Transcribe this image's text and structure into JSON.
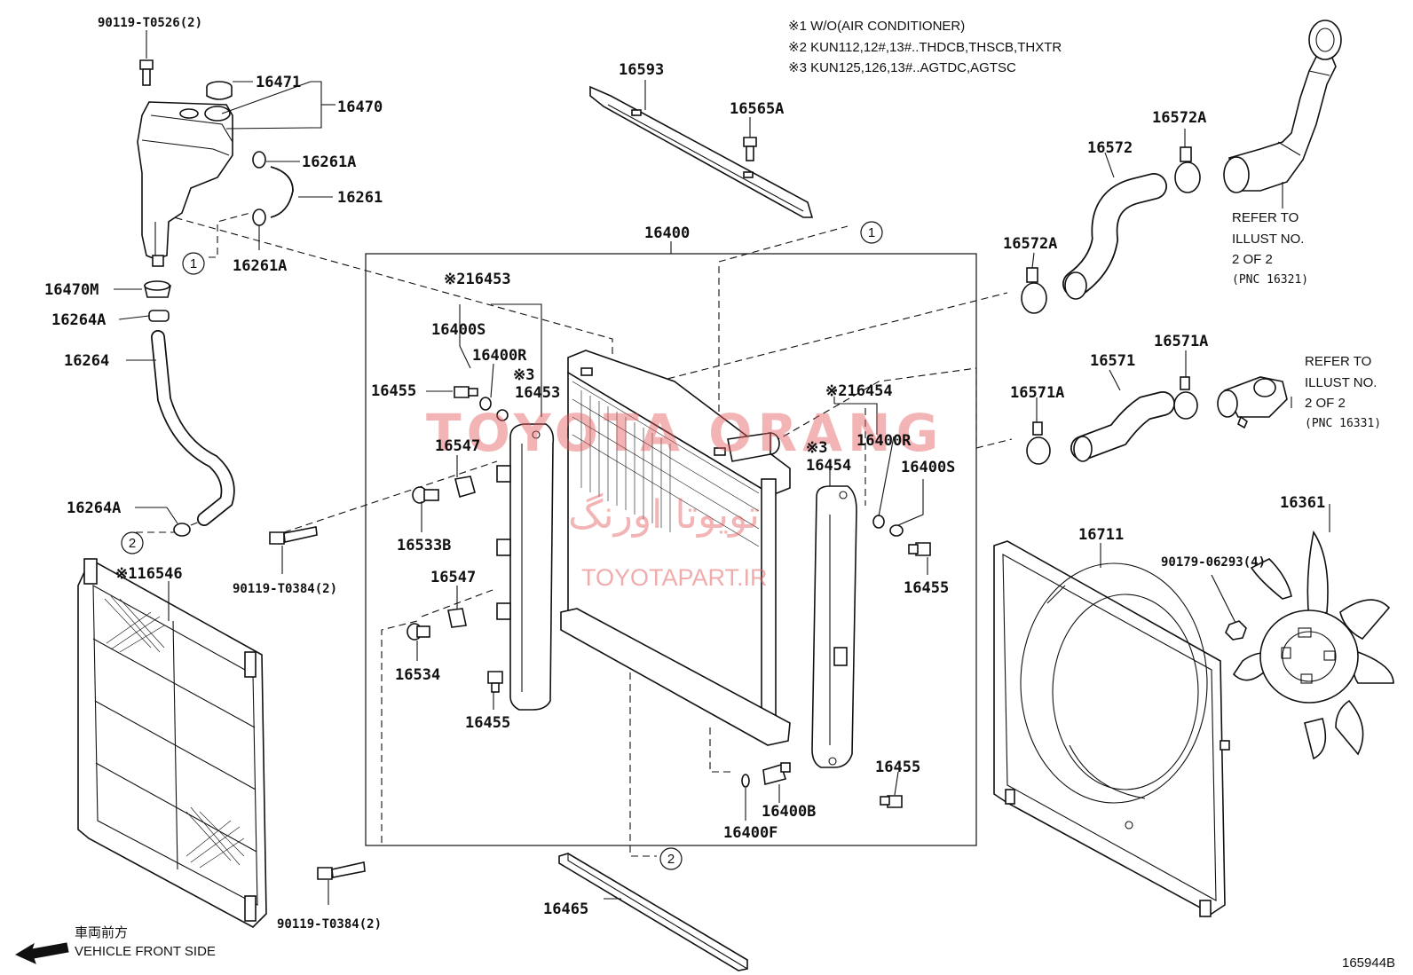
{
  "notes": {
    "note1": "※1  W/O(AIR CONDITIONER)",
    "note2": "※2 KUN112,12#,13#..THDCB,THSCB,THXTR",
    "note3": "※3 KUN125,126,13#..AGTDC,AGTSC"
  },
  "watermark": {
    "brand": "TOYOTA ORANG",
    "persian": "تویوتا اورنگ",
    "site": "TOYOTAPART.IR"
  },
  "callouts": {
    "c1": "1",
    "c2": "2"
  },
  "labels": {
    "p90119_t0526": "90119-T0526(2)",
    "p16471": "16471",
    "p16470": "16470",
    "p16261a_top": "16261A",
    "p16261": "16261",
    "p16261a_bot": "16261A",
    "p16470m": "16470M",
    "p16264a_top": "16264A",
    "p16264": "16264",
    "p16264a_bot": "16264A",
    "p16546": "※116546",
    "p16593": "16593",
    "p16565a": "16565A",
    "p16400": "16400",
    "p16453_a": "※216453",
    "p16400s_l": "16400S",
    "p16400r_l": "16400R",
    "p16453_b_mark": "※3",
    "p16453_b": "16453",
    "p16455_l": "16455",
    "p16547_a": "16547",
    "p16533b": "16533B",
    "p90119_t0384_a": "90119-T0384(2)",
    "p16547_b": "16547",
    "p16534": "16534",
    "p16455_lb": "16455",
    "p16454_a": "※216454",
    "p16400r_r": "16400R",
    "p16454_b_mark": "※3",
    "p16454_b": "16454",
    "p16400s_r": "16400S",
    "p16455_r": "16455",
    "p16455_rb": "16455",
    "p16400b": "16400B",
    "p16400f": "16400F",
    "p16465": "16465",
    "p90119_t0384_b": "90119-T0384(2)",
    "p16572": "16572",
    "p16572a_top": "16572A",
    "p16572a_l": "16572A",
    "p16571": "16571",
    "p16571a_top": "16571A",
    "p16571a_l": "16571A",
    "p16711": "16711",
    "p16361": "16361",
    "p90179_06293": "90179-06293(4)"
  },
  "refs": {
    "ref1_line1": "REFER TO",
    "ref1_line2": "ILLUST NO.",
    "ref1_line3": "2 OF 2",
    "ref1_line4": "(PNC 16321)",
    "ref2_line1": "REFER TO",
    "ref2_line2": "ILLUST NO.",
    "ref2_line3": "2 OF 2",
    "ref2_line4": "(PNC 16331)"
  },
  "footer": {
    "front_jp": "車両前方",
    "front_en": "VEHICLE FRONT SIDE",
    "illust_no": "165944B"
  }
}
